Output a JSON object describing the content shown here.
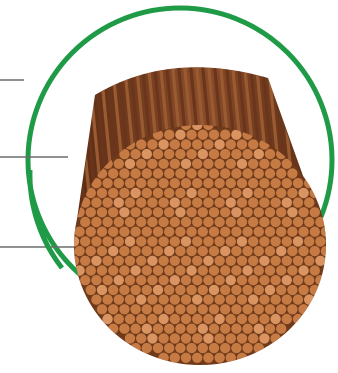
{
  "figure": {
    "subject": "stranded-copper-wire-cross-section",
    "callout_count": 3
  },
  "colors": {
    "insulation_ring": "#1f9a46",
    "leader_line": "#6b6b6b",
    "strand_face": "#c67a44",
    "strand_face_highlight": "#d99462",
    "strand_gap": "#6e3a1a",
    "strand_side_dark": "#6a351a",
    "strand_side_light": "#9a5a32",
    "background": "#ffffff"
  },
  "icons": [
    "insulation-ring",
    "conductor-bundle",
    "strand-end-face"
  ]
}
